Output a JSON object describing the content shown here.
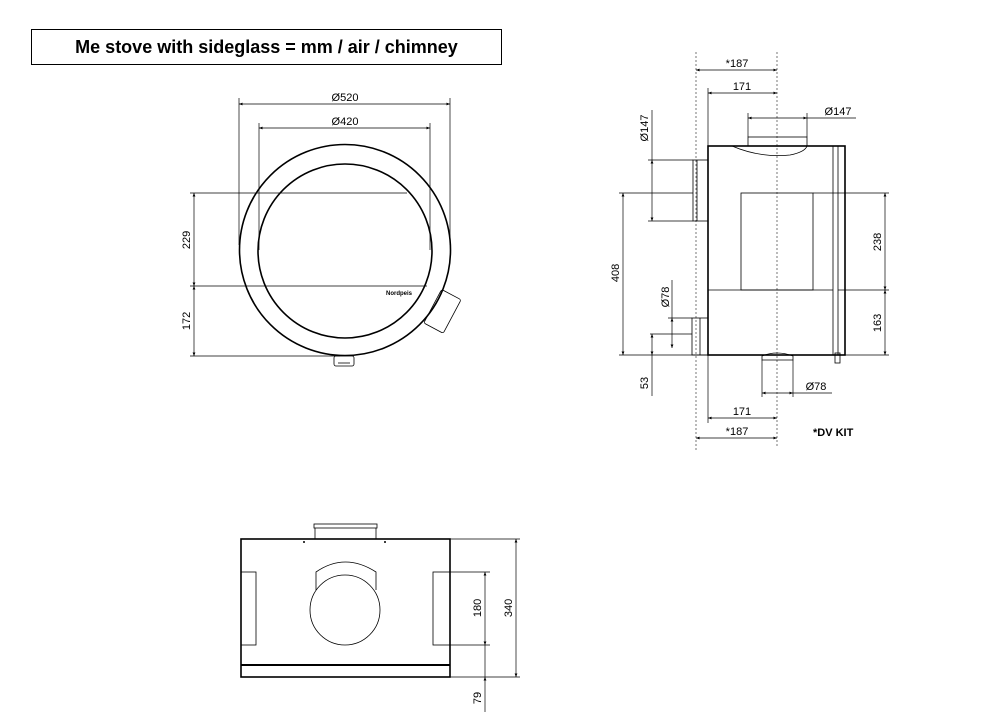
{
  "title": "Me stove with sideglass = mm / air / chimney",
  "front_view": {
    "logo": "Nordpeis",
    "dim_outer_diameter": "Ø520",
    "dim_inner_diameter": "Ø420",
    "dim_upper_height": "229",
    "dim_lower_height": "172"
  },
  "side_view": {
    "dim_top_187": "*187",
    "dim_top_171": "171",
    "dim_top_pipe": "Ø147",
    "dim_rear_pipe": "Ø147",
    "dim_408": "408",
    "dim_rear_air": "Ø78",
    "dim_53": "53",
    "dim_238": "238",
    "dim_163": "163",
    "dim_bottom_air": "Ø78",
    "dim_bottom_171": "171",
    "dim_bottom_187": "*187",
    "note": "*DV KIT"
  },
  "top_view": {
    "dim_180": "180",
    "dim_340": "340",
    "dim_79": "79"
  }
}
